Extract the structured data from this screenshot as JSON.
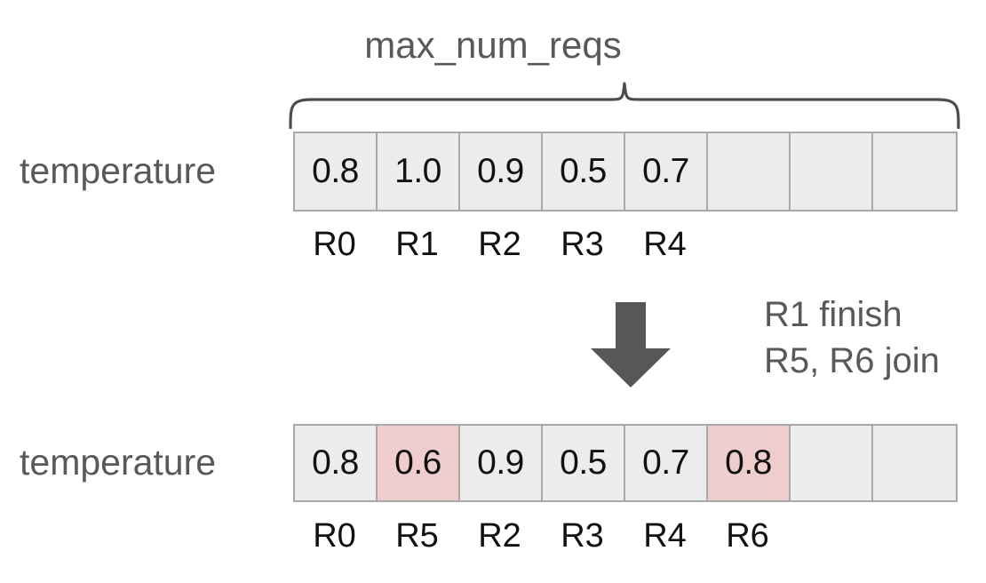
{
  "diagram": {
    "title": "max_num_reqs",
    "rows": [
      {
        "label": "temperature",
        "cells": [
          {
            "value": "0.8",
            "highlight": false
          },
          {
            "value": "1.0",
            "highlight": false
          },
          {
            "value": "0.9",
            "highlight": false
          },
          {
            "value": "0.5",
            "highlight": false
          },
          {
            "value": "0.7",
            "highlight": false
          },
          {
            "value": "",
            "highlight": false
          },
          {
            "value": "",
            "highlight": false
          },
          {
            "value": "",
            "highlight": false
          }
        ],
        "ticks": [
          "R0",
          "R1",
          "R2",
          "R3",
          "R4",
          "",
          "",
          ""
        ]
      },
      {
        "label": "temperature",
        "cells": [
          {
            "value": "0.8",
            "highlight": false
          },
          {
            "value": "0.6",
            "highlight": true
          },
          {
            "value": "0.9",
            "highlight": false
          },
          {
            "value": "0.5",
            "highlight": false
          },
          {
            "value": "0.7",
            "highlight": false
          },
          {
            "value": "0.8",
            "highlight": true
          },
          {
            "value": "",
            "highlight": false
          },
          {
            "value": "",
            "highlight": false
          }
        ],
        "ticks": [
          "R0",
          "R5",
          "R2",
          "R3",
          "R4",
          "R6",
          "",
          ""
        ]
      }
    ],
    "transition": {
      "arrow": "down-arrow",
      "lines": [
        "R1 finish",
        "R5, R6 join"
      ]
    },
    "colors": {
      "cell_fill": "#ececec",
      "cell_highlight": "#f0cdcd",
      "cell_border": "#a9a9a9",
      "label_text": "#595959",
      "value_text": "#111111",
      "arrow": "#575757",
      "brace": "#4d4d4d"
    }
  }
}
